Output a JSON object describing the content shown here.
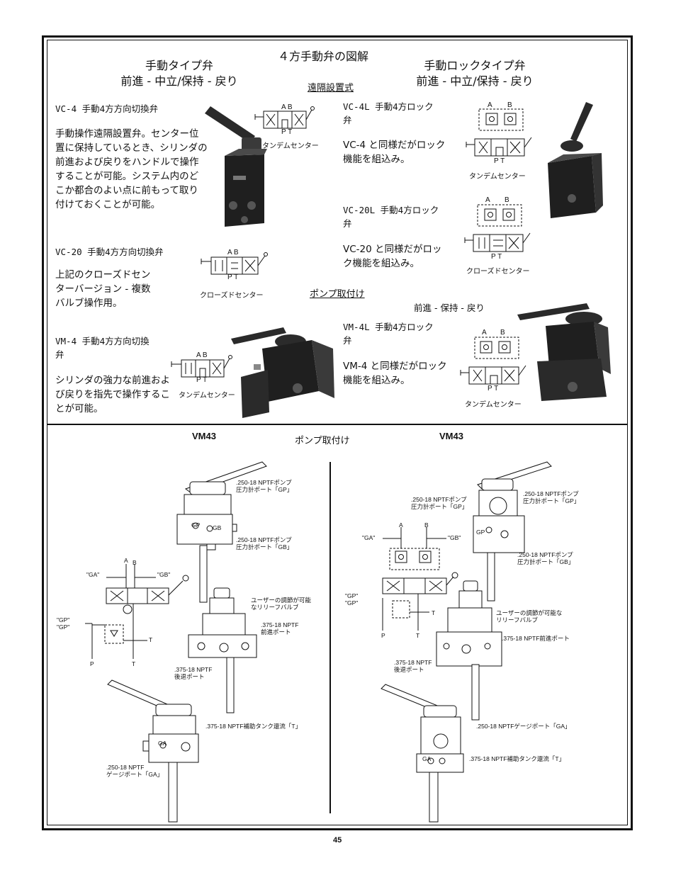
{
  "header": {
    "main_title": "４方手動弁の図解",
    "left_title_1": "手動タイプ弁",
    "left_title_2": "前進 - 中立/保持 - 戻り",
    "right_title_1": "手動ロックタイプ弁",
    "right_title_2": "前進 - 中立/保持 - 戻り",
    "remote_mount": "遠隔設置式",
    "pump_mount": "ポンプ取付け",
    "sub_right": "前進 - 保持 - 戻り"
  },
  "valves": {
    "vc4": {
      "model": "VC-4 手動4方方向切換弁",
      "desc": "手動操作遠隔設置弁。センター位置に保持しているとき、シリンダの前進および戻りをハンドルで操作することが可能。システム内のどこか都合のよい点に前もって取り付けておくことが可能。"
    },
    "vc20": {
      "model": "VC-20 手動4方方向切換弁",
      "desc": "上記のクローズドセンターバージョン - 複数バルブ操作用。"
    },
    "vm4": {
      "model": "VM-4 手動4方方向切換弁",
      "desc": "シリンダの強力な前進および戻りを指先で操作することが可能。"
    },
    "vc4l": {
      "model": "VC-4L 手動4方ロック弁",
      "desc": "VC-4 と同様だがロック機能を組込み。"
    },
    "vc20l": {
      "model": "VC-20L 手動4方ロック弁",
      "desc": "VC-20 と同様だがロック機能を組込み。"
    },
    "vm4l": {
      "model": "VM-4L 手動4方ロック弁",
      "desc": "VM-4 と同様だがロック機能を組込み。"
    }
  },
  "symbols": {
    "tandem": "タンデムセンター",
    "closed": "クローズドセンター",
    "port_a": "A",
    "port_b": "B",
    "port_p": "P",
    "port_t": "T",
    "ab": "A B",
    "pt": "P T"
  },
  "lower": {
    "vm43_left": "VM43",
    "pump_mount": "ポンプ取付け",
    "vm43_right": "VM43",
    "ga": "\"GA\"",
    "gb": "\"GB\"",
    "gp": "\"GP\"",
    "gp_label": "GP",
    "gb_label": "GB",
    "ga_label": "GA",
    "left_callouts": {
      "gp_port_1": ".250-18 NPTFポンプ",
      "gp_port_2": "圧力計ポート「GP」",
      "gb_port_1": ".250-18 NPTFポンプ",
      "gb_port_2": "圧力計ポート「GB」",
      "relief_1": "ユーザーの調節が可能",
      "relief_2": "なリリーフバルブ",
      "adv_1": ".375-18 NPTF",
      "adv_2": "前進ポート",
      "ret_1": ".375-18 NPTF",
      "ret_2": "後退ポート",
      "tank": ".375-18 NPTF補助タンク還流「T」",
      "ga_port_1": ".250-18 NPTF",
      "ga_port_2": "ゲージポート「GA」"
    },
    "right_callouts": {
      "gp_l_1": ".250-18 NPTFポンプ",
      "gp_l_2": "圧力計ポート「GP」",
      "gp_r_1": ".250-18 NPTFポンプ",
      "gp_r_2": "圧力計ポート「GP」",
      "gb_1": ".250-18 NPTFポンプ",
      "gb_2": "圧力計ポート「GB」",
      "relief_1": "ユーザーの調節が可能な",
      "relief_2": "リリーフバルブ",
      "adv": ".375-18 NPTF前進ポート",
      "ret_1": ".375-18 NPTF",
      "ret_2": "後退ポート",
      "ga": ".250-18 NPTFゲージポート「GA」",
      "tank": ".375-18 NPTF補助タンク還流「T」"
    }
  },
  "page_number": "45"
}
